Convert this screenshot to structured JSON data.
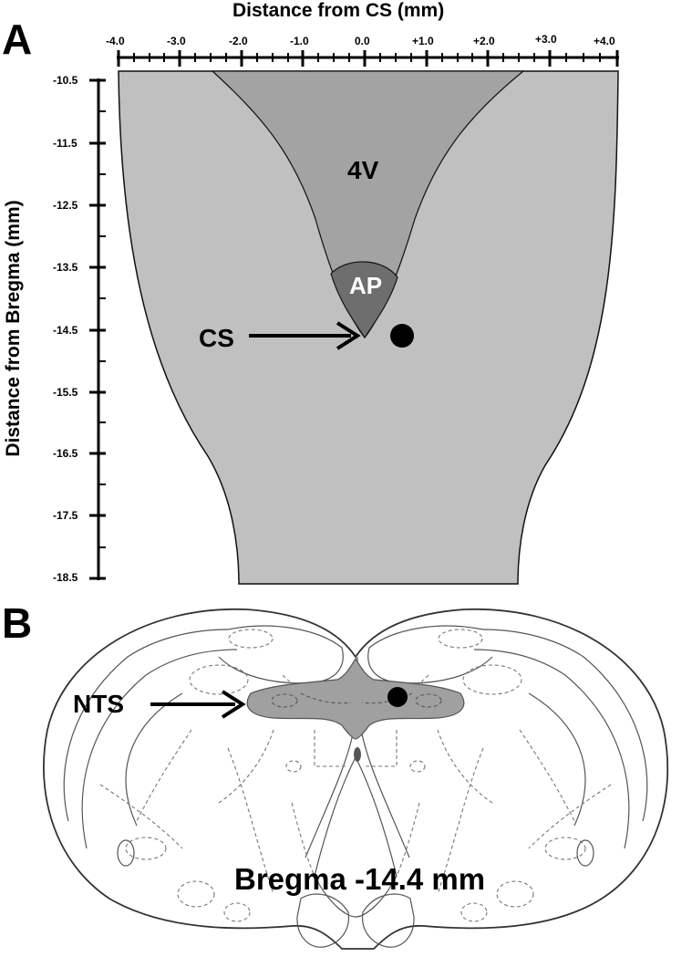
{
  "panel_a": {
    "letter": "A",
    "x_axis_title": "Distance from CS (mm)",
    "y_axis_title": "Distance from Bregma (mm)",
    "x_ticks": [
      "-4.0",
      "-3.0",
      "-2.0",
      "-1.0",
      "0.0",
      "+1.0",
      "+2.0",
      "+3.0",
      "+4.0"
    ],
    "y_ticks": [
      "-10.5",
      "-11.5",
      "-12.5",
      "-13.5",
      "-14.5",
      "-15.5",
      "-16.5",
      "-17.5",
      "-18.5"
    ],
    "region_4v": "4V",
    "region_ap": "AP",
    "cs_label": "CS",
    "colors": {
      "tissue": "#c0c0c0",
      "ventricle": "#a3a3a3",
      "ap": "#6e6e6e",
      "marker": "#000000"
    }
  },
  "panel_b": {
    "letter": "B",
    "nts_label": "NTS",
    "caption": "Bregma -14.4 mm",
    "colors": {
      "nts": "#a0a0a0",
      "outline": "#555555",
      "dashed": "#777777"
    }
  }
}
